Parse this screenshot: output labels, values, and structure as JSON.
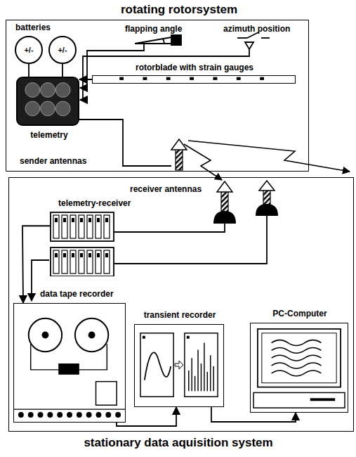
{
  "diagram": {
    "nodes": [
      {
        "text": [
          "rotating rotorsystem"
        ]
      },
      {
        "text": [
          "+/-"
        ],
        "in": 0
      },
      {
        "text": [
          "+/-"
        ],
        "in": 0
      },
      {
        "text": [
          "telemetry"
        ],
        "in": 0
      },
      {
        "text": [
          "rotorblade with strain gauges"
        ],
        "in": 0
      },
      {
        "text": [
          "stationary data aquisition system"
        ]
      },
      {
        "text": [
          "telemetry-receiver"
        ],
        "in": 5
      },
      {
        "text": [
          "data tape recorder"
        ],
        "in": 5
      },
      {
        "text": [
          "transient recorder"
        ],
        "in": 5
      },
      {
        "text": [
          "PC-Computer"
        ],
        "in": 5
      }
    ],
    "edges": [
      {
        "from": 1,
        "to": 3,
        "arrow": "none"
      },
      {
        "from": 2,
        "to": 3,
        "arrow": "none"
      },
      {
        "from": 4,
        "to": 3,
        "arrow": "to"
      },
      {
        "from": 6,
        "to": 7,
        "arrow": "to"
      },
      {
        "from": 7,
        "to": 8,
        "arrow": "to"
      },
      {
        "from": 8,
        "to": 9,
        "arrow": "to"
      }
    ],
    "labels": [
      "batteries",
      "flapping angle",
      "azimuth position",
      "sender antennas",
      "receiver antennas"
    ]
  }
}
